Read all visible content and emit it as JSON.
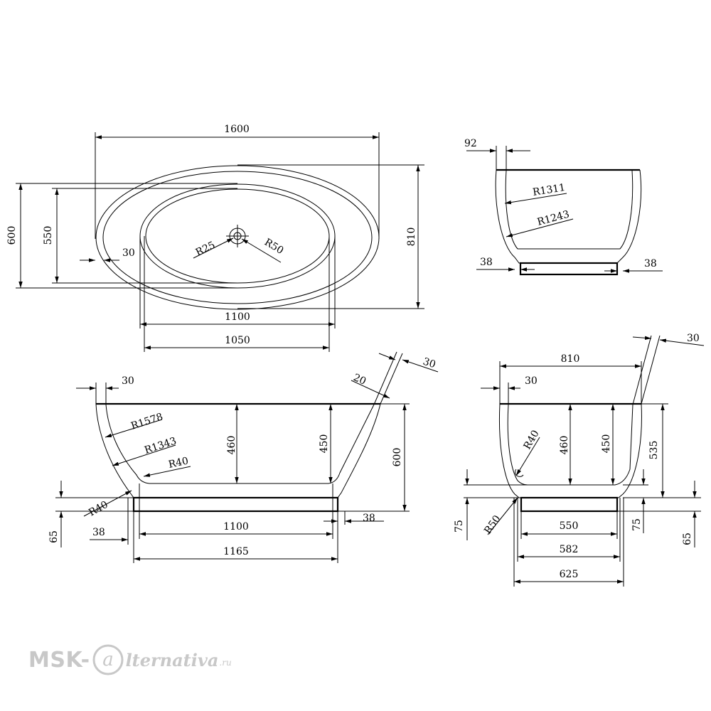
{
  "top_view": {
    "width_1600": "1600",
    "h_600": "600",
    "h_550": "550",
    "h_810": "810",
    "rim_30": "30",
    "r25": "R25",
    "r50": "R50",
    "w_1100": "1100",
    "w_1050": "1050"
  },
  "end_view_top": {
    "d_92": "92",
    "r1311": "R1311",
    "r1243": "R1243",
    "d_38_left": "38",
    "d_38_right": "38"
  },
  "side_view": {
    "d_30": "30",
    "r1578": "R1578",
    "r1343": "R1343",
    "r40_inner": "R40",
    "r40_outer": "R40",
    "h_460": "460",
    "h_450": "450",
    "h_600": "600",
    "d_20": "20",
    "d_30_wall": "30",
    "h_65": "65",
    "d_38_left": "38",
    "w_1100": "1100",
    "d_38_right": "38",
    "w_1165": "1165"
  },
  "end_view_bottom": {
    "w_810": "810",
    "d_30": "30",
    "d_30_wall": "30",
    "r40": "R40",
    "h_460": "460",
    "h_450": "450",
    "h_535": "535",
    "h_75_left": "75",
    "r50": "R50",
    "w_550": "550",
    "w_582": "582",
    "w_625": "625",
    "h_75_right": "75",
    "h_65": "65"
  },
  "watermark": {
    "prefix": "MSK-",
    "suffix": "lternativa",
    "tld": ".ru"
  }
}
